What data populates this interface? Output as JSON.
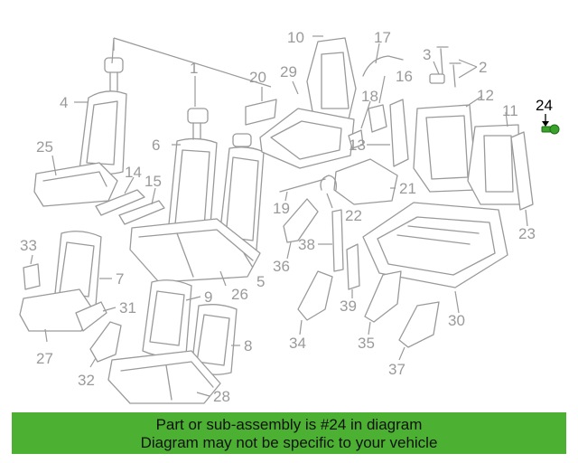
{
  "diagram": {
    "highlighted_part": "24",
    "highlight_color": "#3aa12b",
    "callouts": [
      "1",
      "2",
      "3",
      "4",
      "5",
      "6",
      "7",
      "8",
      "9",
      "10",
      "11",
      "12",
      "13",
      "14",
      "15",
      "16",
      "17",
      "18",
      "19",
      "20",
      "21",
      "22",
      "23",
      "24",
      "25",
      "26",
      "27",
      "28",
      "29",
      "30",
      "31",
      "32",
      "33",
      "34",
      "35",
      "36",
      "37",
      "38",
      "39"
    ]
  },
  "banner": {
    "line1": "Part or sub-assembly is #24 in diagram",
    "line2": "Diagram may not be specific to your vehicle",
    "background": "#4cb032"
  }
}
